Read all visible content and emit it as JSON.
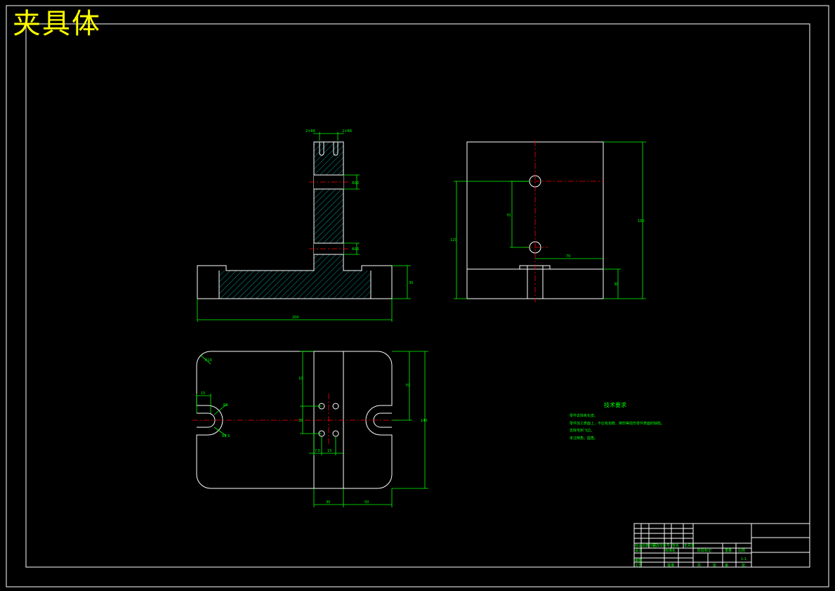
{
  "title": "夹具体",
  "tech_requirements": {
    "heading": "技术要求",
    "items": [
      "零件去除氧化皮。",
      "零件加工表面上，不应有划痕、擦伤等损伤零件表面的缺陷。",
      "去除毛刺飞边。",
      "未注倒角，圆角。"
    ]
  },
  "front_view": {
    "dims": {
      "slot_left": "2×R6",
      "slot_right": "2×R6",
      "hole_upper": "Φ10",
      "hole_lower": "Φ10",
      "base_height": "30",
      "overall_width": "200"
    }
  },
  "side_view": {
    "dims": {
      "hole_spacing": "70",
      "hole_height": "120",
      "overall_height": "160",
      "hole_offset": "70",
      "base_height": "30"
    }
  },
  "top_view": {
    "dims": {
      "corner_radius": "R10",
      "slot_depth": "15",
      "slot_radius": "R8",
      "slot_bore": "R8.5",
      "upper_left": "10",
      "upper_right": "70",
      "mid": "30",
      "overall": "140",
      "hole_x1": "7.5",
      "hole_x2": "15",
      "bottom_left": "30",
      "bottom_right": "50"
    }
  },
  "title_block": {
    "labels": [
      "标记",
      "处数",
      "分区",
      "更改文件号",
      "签名",
      "年月日",
      "设计",
      "标准化",
      "阶段标记",
      "重量",
      "比例",
      "审核",
      "工艺",
      "批准",
      "共",
      "张",
      "第",
      "张"
    ],
    "scale": "1:1"
  }
}
